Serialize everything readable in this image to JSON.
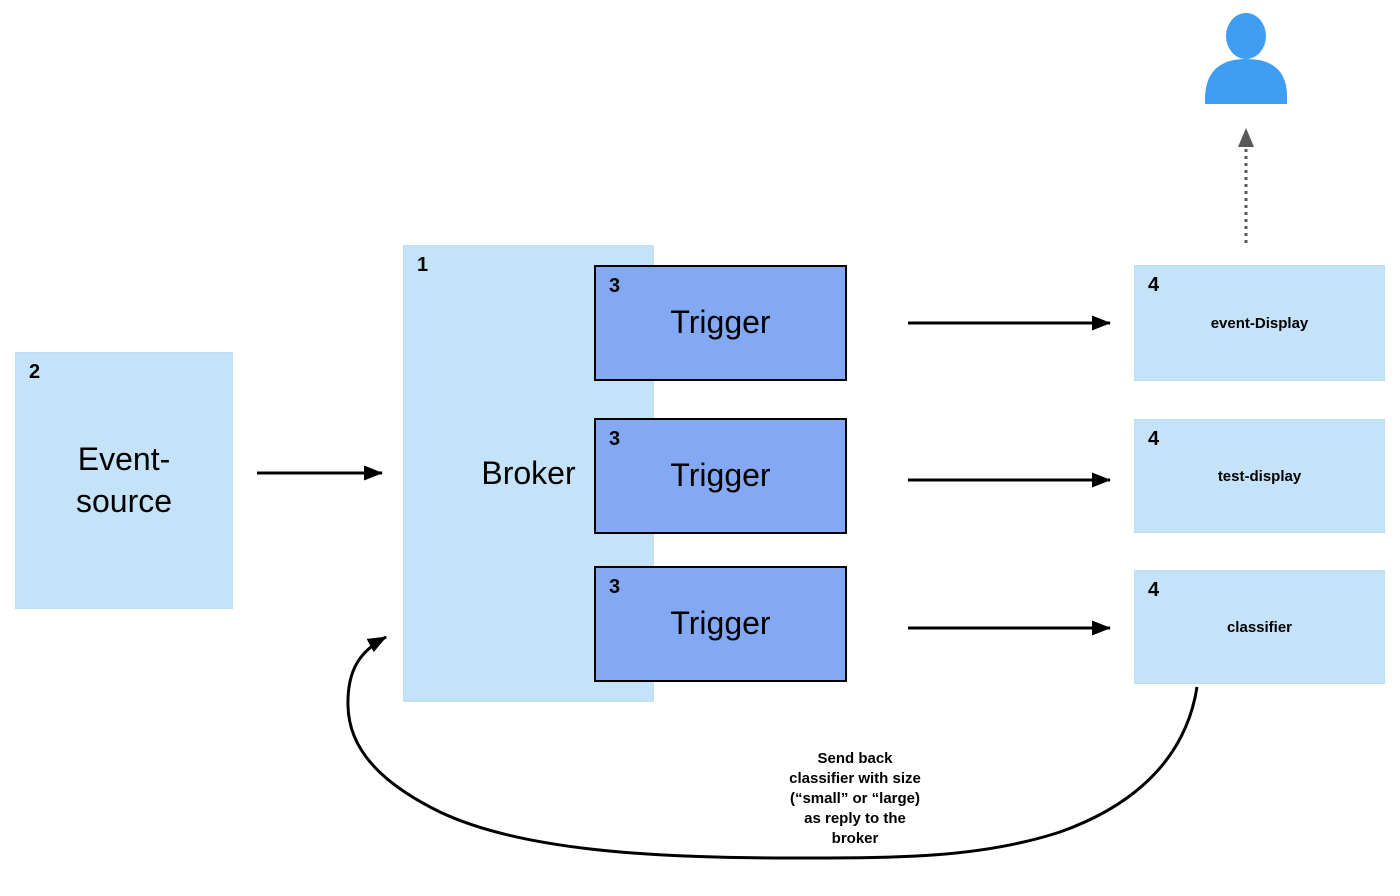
{
  "nodes": {
    "event_source": {
      "number": "2",
      "label": "Event-\nsource"
    },
    "broker": {
      "number": "1",
      "label": "Broker"
    },
    "triggers": [
      {
        "number": "3",
        "label": "Trigger"
      },
      {
        "number": "3",
        "label": "Trigger"
      },
      {
        "number": "3",
        "label": "Trigger"
      }
    ],
    "targets": [
      {
        "number": "4",
        "label": "event-Display"
      },
      {
        "number": "4",
        "label": "test-display"
      },
      {
        "number": "4",
        "label": "classifier"
      }
    ]
  },
  "annotation": {
    "text": "Send back\nclassifier with size\n(“small” or “large)\nas reply to the\nbroker"
  },
  "icons": {
    "person": "person-icon"
  },
  "colors": {
    "node_fill_light": "#c5e3f8",
    "trigger_fill": "#84a9f4",
    "trigger_border": "#000000",
    "person_blue": "#3f9ef2",
    "arrow_black": "#000000",
    "dotted_arrow_gray": "#595959"
  }
}
